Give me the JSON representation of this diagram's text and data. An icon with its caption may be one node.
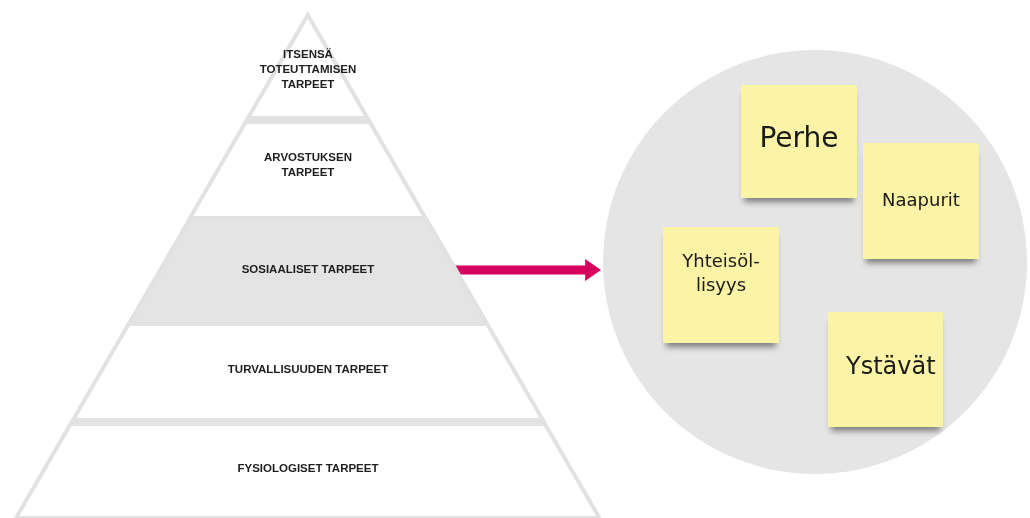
{
  "diagram": {
    "nodes": [
      {
        "text": [
          "ITSENSÄ TOTEUTTAMISEN TARPEET"
        ]
      },
      {
        "text": [
          "ARVOSTUKSEN TARPEET"
        ]
      },
      {
        "text": [
          "SOSIAALISET TARPEET"
        ]
      },
      {
        "text": [
          "TURVALLISUUDEN TARPEET"
        ]
      },
      {
        "text": [
          "FYSIOLOGISET TARPEET"
        ]
      },
      {
        "text": [],
        "shape": "circle"
      },
      {
        "text": [
          "Perhe"
        ],
        "in": 5
      },
      {
        "text": [
          "Naapurit"
        ],
        "in": 5
      },
      {
        "text": [
          "Yhteisöl-lisyys"
        ],
        "in": 5
      },
      {
        "text": [
          "Ystävät"
        ],
        "in": 5
      }
    ],
    "edges": [
      {
        "from": 2,
        "to": 5,
        "arrow": "to"
      }
    ]
  }
}
